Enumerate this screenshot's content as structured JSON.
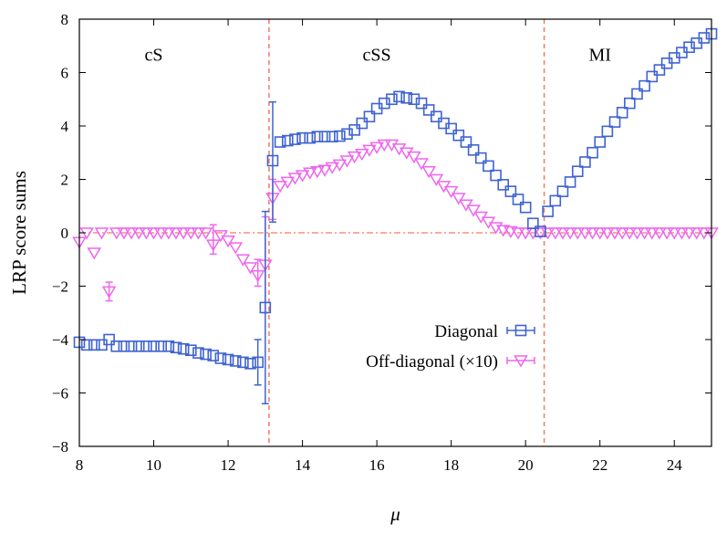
{
  "chart_data": {
    "type": "scatter",
    "xlabel": "μ",
    "ylabel": "LRP score sums",
    "xlim": [
      8,
      25
    ],
    "ylim": [
      -8,
      8
    ],
    "xticks": [
      8,
      10,
      12,
      14,
      16,
      18,
      20,
      22,
      24
    ],
    "yticks": [
      -8,
      -6,
      -4,
      -2,
      0,
      2,
      4,
      6,
      8
    ],
    "grid": false,
    "legend_position": "lower-right",
    "region_labels": [
      {
        "text": "cS",
        "x": 10.0,
        "y": 6.45
      },
      {
        "text": "cSS",
        "x": 16.0,
        "y": 6.45
      },
      {
        "text": "MI",
        "x": 22.0,
        "y": 6.45
      }
    ],
    "vertical_lines": [
      13.1,
      20.5
    ],
    "horizontal_line": 0,
    "colors": {
      "diagonal": "#3f63d0",
      "off_diagonal": "#ee66ee",
      "reference_lines": "#f07b62"
    },
    "series": [
      {
        "name": "Diagonal",
        "marker": "square",
        "x": [
          8.0,
          8.2,
          8.4,
          8.6,
          8.8,
          9.0,
          9.2,
          9.4,
          9.6,
          9.8,
          10.0,
          10.2,
          10.4,
          10.6,
          10.8,
          11.0,
          11.2,
          11.4,
          11.6,
          11.8,
          12.0,
          12.2,
          12.4,
          12.6,
          12.8,
          13.0,
          13.2,
          13.4,
          13.6,
          13.8,
          14.0,
          14.2,
          14.4,
          14.6,
          14.8,
          15.0,
          15.2,
          15.4,
          15.6,
          15.8,
          16.0,
          16.2,
          16.4,
          16.6,
          16.8,
          17.0,
          17.2,
          17.4,
          17.6,
          17.8,
          18.0,
          18.2,
          18.4,
          18.6,
          18.8,
          19.0,
          19.2,
          19.4,
          19.6,
          19.8,
          20.0,
          20.2,
          20.4,
          20.6,
          20.8,
          21.0,
          21.2,
          21.4,
          21.6,
          21.8,
          22.0,
          22.2,
          22.4,
          22.6,
          22.8,
          23.0,
          23.2,
          23.4,
          23.6,
          23.8,
          24.0,
          24.2,
          24.4,
          24.6,
          24.8,
          25.0
        ],
        "y": [
          -4.1,
          -4.2,
          -4.2,
          -4.2,
          -4.0,
          -4.25,
          -4.25,
          -4.25,
          -4.25,
          -4.25,
          -4.25,
          -4.25,
          -4.25,
          -4.3,
          -4.35,
          -4.4,
          -4.5,
          -4.55,
          -4.6,
          -4.7,
          -4.75,
          -4.8,
          -4.85,
          -4.9,
          -4.85,
          -2.8,
          2.7,
          3.4,
          3.45,
          3.5,
          3.55,
          3.55,
          3.6,
          3.6,
          3.6,
          3.62,
          3.7,
          3.85,
          4.1,
          4.35,
          4.65,
          4.85,
          5.0,
          5.1,
          5.05,
          5.0,
          4.85,
          4.6,
          4.35,
          4.1,
          3.9,
          3.65,
          3.4,
          3.1,
          2.8,
          2.5,
          2.15,
          1.8,
          1.55,
          1.25,
          0.95,
          0.35,
          0.05,
          0.8,
          1.2,
          1.55,
          1.9,
          2.3,
          2.65,
          3.0,
          3.4,
          3.8,
          4.15,
          4.5,
          4.85,
          5.2,
          5.5,
          5.85,
          6.1,
          6.35,
          6.55,
          6.75,
          6.95,
          7.1,
          7.3,
          7.45
        ],
        "errors": [
          {
            "x": 12.8,
            "low": -5.7,
            "high": -4.0
          },
          {
            "x": 13.0,
            "low": -6.4,
            "high": 0.8
          },
          {
            "x": 13.2,
            "low": 0.4,
            "high": 4.9
          }
        ]
      },
      {
        "name": "Off-diagonal (×10)",
        "marker": "triangle-down",
        "x": [
          8.0,
          8.2,
          8.4,
          8.6,
          8.8,
          9.0,
          9.2,
          9.4,
          9.6,
          9.8,
          10.0,
          10.2,
          10.4,
          10.6,
          10.8,
          11.0,
          11.2,
          11.4,
          11.6,
          11.8,
          12.0,
          12.2,
          12.4,
          12.6,
          12.8,
          13.0,
          13.2,
          13.4,
          13.6,
          13.8,
          14.0,
          14.2,
          14.4,
          14.6,
          14.8,
          15.0,
          15.2,
          15.4,
          15.6,
          15.8,
          16.0,
          16.2,
          16.4,
          16.6,
          16.8,
          17.0,
          17.2,
          17.4,
          17.6,
          17.8,
          18.0,
          18.2,
          18.4,
          18.6,
          18.8,
          19.0,
          19.2,
          19.4,
          19.6,
          19.8,
          20.0,
          20.2,
          20.4,
          20.6,
          20.8,
          21.0,
          21.2,
          21.4,
          21.6,
          21.8,
          22.0,
          22.2,
          22.4,
          22.6,
          22.8,
          23.0,
          23.2,
          23.4,
          23.6,
          23.8,
          24.0,
          24.2,
          24.4,
          24.6,
          24.8,
          25.0
        ],
        "y": [
          -0.35,
          0.0,
          -0.75,
          0.0,
          -2.2,
          0.0,
          0.0,
          0.0,
          0.0,
          0.0,
          0.0,
          0.0,
          0.0,
          0.0,
          0.0,
          0.0,
          0.0,
          0.0,
          -0.45,
          -0.1,
          -0.3,
          -0.55,
          -1.0,
          -1.3,
          -1.6,
          -1.2,
          1.3,
          1.75,
          1.9,
          2.05,
          2.15,
          2.25,
          2.3,
          2.35,
          2.45,
          2.55,
          2.7,
          2.85,
          2.95,
          3.1,
          3.2,
          3.3,
          3.3,
          3.15,
          3.0,
          2.85,
          2.6,
          2.3,
          2.0,
          1.75,
          1.55,
          1.3,
          1.05,
          0.85,
          0.6,
          0.4,
          0.2,
          0.1,
          0.05,
          0.0,
          0.0,
          0.0,
          0.0,
          0.0,
          0.0,
          0.0,
          0.0,
          0.0,
          0.0,
          0.0,
          0.0,
          0.0,
          0.0,
          0.0,
          0.0,
          0.0,
          0.0,
          0.0,
          0.0,
          0.0,
          0.0,
          0.0,
          0.0,
          0.0,
          0.0,
          0.0
        ],
        "errors": [
          {
            "x": 8.8,
            "low": -2.55,
            "high": -1.85
          },
          {
            "x": 11.6,
            "low": -0.8,
            "high": 0.3
          },
          {
            "x": 12.8,
            "low": -2.0,
            "high": -1.0
          },
          {
            "x": 13.0,
            "low": -3.0,
            "high": 0.6
          },
          {
            "x": 13.2,
            "low": 0.5,
            "high": 2.0
          }
        ]
      }
    ]
  }
}
